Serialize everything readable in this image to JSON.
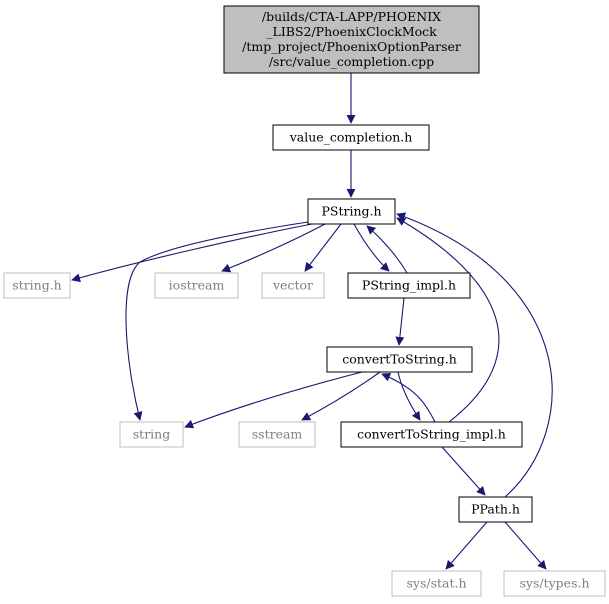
{
  "diagram": {
    "colors": {
      "edge": "#191970",
      "root_fill": "#bfbfbf",
      "node_border": "#000000",
      "missing_border": "#bfbfbf",
      "missing_text": "#7f7f7f",
      "text": "#000000"
    },
    "nodes": [
      {
        "id": "root",
        "lines": [
          "/builds/CTA-LAPP/PHOENIX",
          "_LIBS2/PhoenixClockMock",
          "/tmp_project/PhoenixOptionParser",
          "/src/value_completion.cpp"
        ],
        "kind": "root"
      },
      {
        "id": "value_completion_h",
        "lines": [
          "value_completion.h"
        ],
        "kind": "file"
      },
      {
        "id": "pstring_h",
        "lines": [
          "PString.h"
        ],
        "kind": "file"
      },
      {
        "id": "string_h",
        "lines": [
          "string.h"
        ],
        "kind": "missing"
      },
      {
        "id": "iostream",
        "lines": [
          "iostream"
        ],
        "kind": "missing"
      },
      {
        "id": "vector",
        "lines": [
          "vector"
        ],
        "kind": "missing"
      },
      {
        "id": "pstring_impl_h",
        "lines": [
          "PString_impl.h"
        ],
        "kind": "file"
      },
      {
        "id": "converttostring_h",
        "lines": [
          "convertToString.h"
        ],
        "kind": "file"
      },
      {
        "id": "string",
        "lines": [
          "string"
        ],
        "kind": "missing"
      },
      {
        "id": "sstream",
        "lines": [
          "sstream"
        ],
        "kind": "missing"
      },
      {
        "id": "converttostring_impl_h",
        "lines": [
          "convertToString_impl.h"
        ],
        "kind": "file"
      },
      {
        "id": "ppath_h",
        "lines": [
          "PPath.h"
        ],
        "kind": "file"
      },
      {
        "id": "sys_stat_h",
        "lines": [
          "sys/stat.h"
        ],
        "kind": "missing"
      },
      {
        "id": "sys_types_h",
        "lines": [
          "sys/types.h"
        ],
        "kind": "missing"
      }
    ],
    "edges": [
      {
        "from": "root",
        "to": "value_completion_h"
      },
      {
        "from": "value_completion_h",
        "to": "pstring_h"
      },
      {
        "from": "pstring_h",
        "to": "string_h"
      },
      {
        "from": "pstring_h",
        "to": "iostream"
      },
      {
        "from": "pstring_h",
        "to": "vector"
      },
      {
        "from": "pstring_h",
        "to": "pstring_impl_h"
      },
      {
        "from": "pstring_h",
        "to": "string"
      },
      {
        "from": "pstring_impl_h",
        "to": "pstring_h"
      },
      {
        "from": "pstring_impl_h",
        "to": "converttostring_h"
      },
      {
        "from": "converttostring_h",
        "to": "string"
      },
      {
        "from": "converttostring_h",
        "to": "sstream"
      },
      {
        "from": "converttostring_h",
        "to": "converttostring_impl_h"
      },
      {
        "from": "converttostring_impl_h",
        "to": "converttostring_h"
      },
      {
        "from": "converttostring_impl_h",
        "to": "pstring_h"
      },
      {
        "from": "converttostring_impl_h",
        "to": "ppath_h"
      },
      {
        "from": "ppath_h",
        "to": "pstring_h"
      },
      {
        "from": "ppath_h",
        "to": "sys_stat_h"
      },
      {
        "from": "ppath_h",
        "to": "sys_types_h"
      }
    ]
  }
}
